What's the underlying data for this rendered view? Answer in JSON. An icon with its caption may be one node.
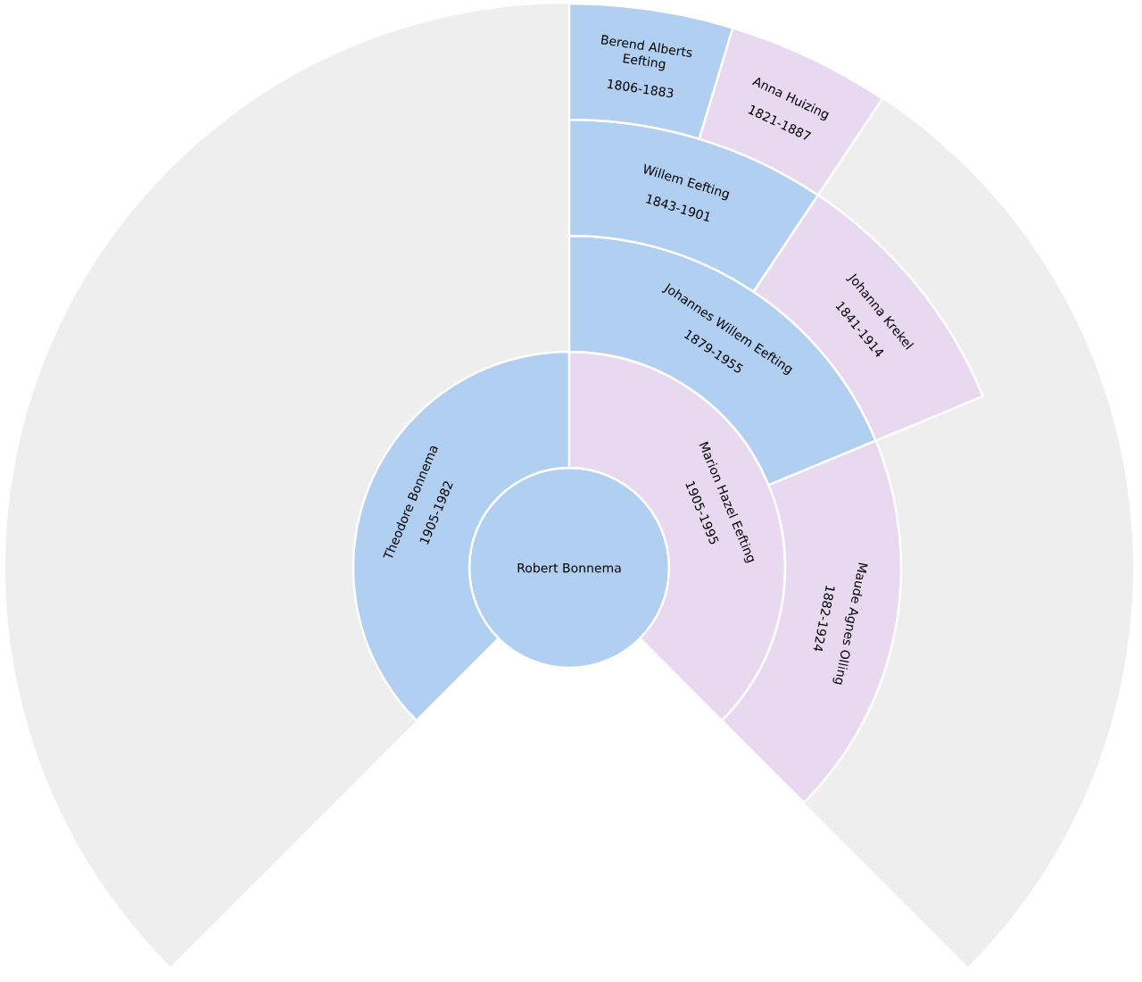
{
  "diagram": {
    "nodes": [
      {
        "text": [
          "Robert Bonnema"
        ]
      },
      {
        "text": [
          "Theodore Bonnema",
          "1905-1982"
        ]
      },
      {
        "text": [
          "Marion Hazel Eefting",
          "1905-1995"
        ]
      },
      {
        "text": [
          "Johannes Willem Eefting",
          "1879-1955"
        ]
      },
      {
        "text": [
          "Maude Agnes Olling",
          "1882-1924"
        ]
      },
      {
        "text": [
          "Willem Eefting",
          "1843-1901"
        ]
      },
      {
        "text": [
          "Johanna Krekel",
          "1841-1914"
        ]
      },
      {
        "text": [
          "Berend Alberts Eefting",
          "1806-1883"
        ]
      },
      {
        "text": [
          "Anna Huizing",
          "1821-1887"
        ]
      }
    ]
  }
}
